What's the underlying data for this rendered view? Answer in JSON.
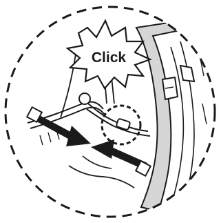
{
  "callout": {
    "label": "Click"
  },
  "colors": {
    "ink": "#1a1a1a",
    "background": "#ffffff",
    "shade": "#d6d6d6"
  },
  "icons": {
    "callout_burst": "starburst-callout",
    "arrow_left": "black-arrow-pointing-right",
    "arrow_right": "black-arrow-pointing-left",
    "detail": "dashed-magnifier-circle"
  }
}
